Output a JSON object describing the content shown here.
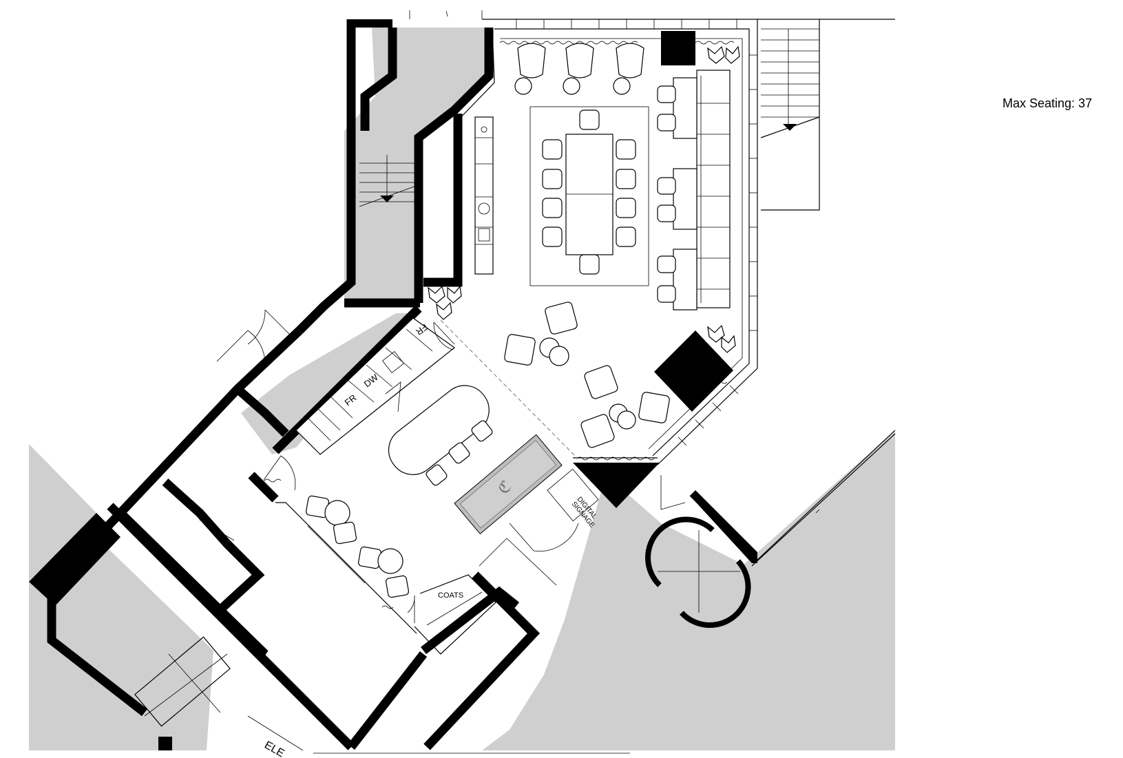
{
  "header": {
    "seating_label": "Max Seating: 37"
  },
  "labels": {
    "fr_top": "FR",
    "dw": "DW",
    "fr_bottom": "FR",
    "digital_signage_line1": "DIGITAL",
    "digital_signage_line2": "SIGNAGE",
    "coats": "COATS",
    "elevator": "ELE"
  },
  "colors": {
    "wall": "#000000",
    "shaded_area": "#cfcfcf",
    "background": "#ffffff"
  }
}
